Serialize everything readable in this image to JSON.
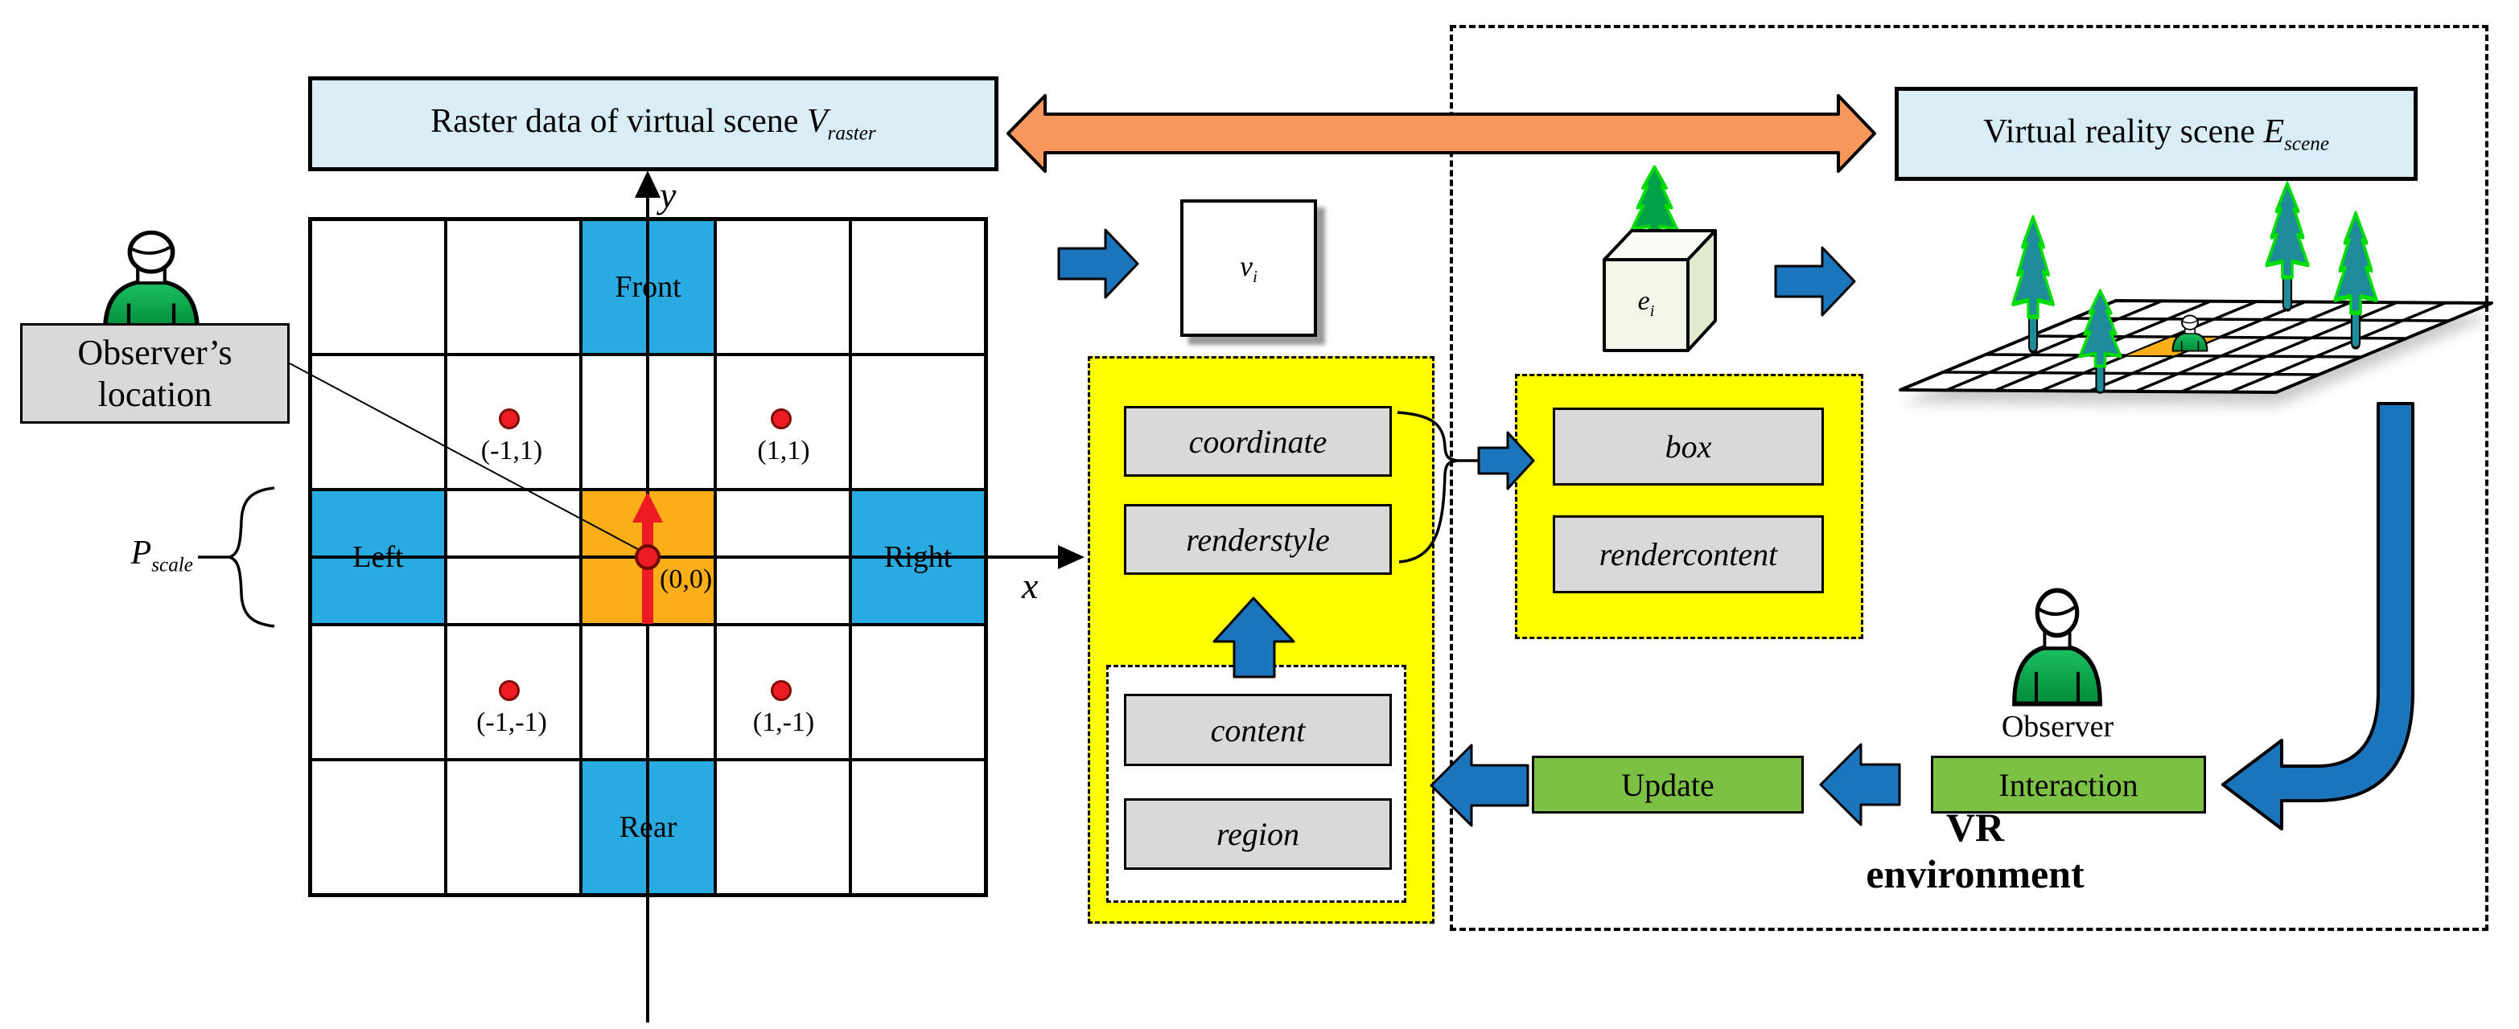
{
  "header": {
    "raster_prefix": "Raster data of virtual scene",
    "raster_var": "V",
    "raster_sub": "raster",
    "vr_prefix": "Virtual reality scene",
    "vr_var": "E",
    "vr_sub": "scene"
  },
  "observer_box": {
    "line1": "Observer’s",
    "line2": "location"
  },
  "pscale": {
    "var": "P",
    "sub": "scale"
  },
  "axes": {
    "x": "x",
    "y": "y"
  },
  "grid": {
    "origin_label": "(0,0)",
    "special_cells": [
      {
        "index": 2,
        "color": "blue",
        "label": "Front"
      },
      {
        "index": 10,
        "color": "blue",
        "label": "Left"
      },
      {
        "index": 12,
        "color": "orange",
        "label": ""
      },
      {
        "index": 14,
        "color": "blue",
        "label": "Right"
      },
      {
        "index": 22,
        "color": "blue",
        "label": "Rear"
      }
    ],
    "dots": [
      {
        "gx": -1,
        "gy": 1,
        "label": "(-1,1)"
      },
      {
        "gx": 1,
        "gy": 1,
        "label": "(1,1)"
      },
      {
        "gx": -1,
        "gy": -1,
        "label": "(-1,-1)"
      },
      {
        "gx": 1,
        "gy": -1,
        "label": "(1,-1)"
      }
    ]
  },
  "records": {
    "coordinate": "coordinate",
    "renderstyle": "renderstyle",
    "content": "content",
    "region": "region",
    "box": "box",
    "rendercontent": "rendercontent"
  },
  "vars": {
    "v_var": "v",
    "v_sub": "i",
    "e_var": "e",
    "e_sub": "i"
  },
  "vr_env": {
    "update": "Update",
    "interaction": "Interaction",
    "observer": "Observer",
    "label_line1": "VR",
    "label_line2": "environment"
  },
  "colors": {
    "title_blue": "#D9EDF6",
    "cell_blue": "#29ABE2",
    "cell_orange": "#FBAE17",
    "panel_yellow": "#FFFF00",
    "box_gray": "#D9D9D9",
    "green": "#7CC143",
    "arrow_blue": "#1B75BC",
    "arrow_orange": "#F8975B",
    "red": "#EC1C24",
    "tree_teal": "#1E8C99",
    "tree_green": "#00A14B",
    "tree_outline": "#00DC00",
    "trunk_red": "#7A1500"
  }
}
